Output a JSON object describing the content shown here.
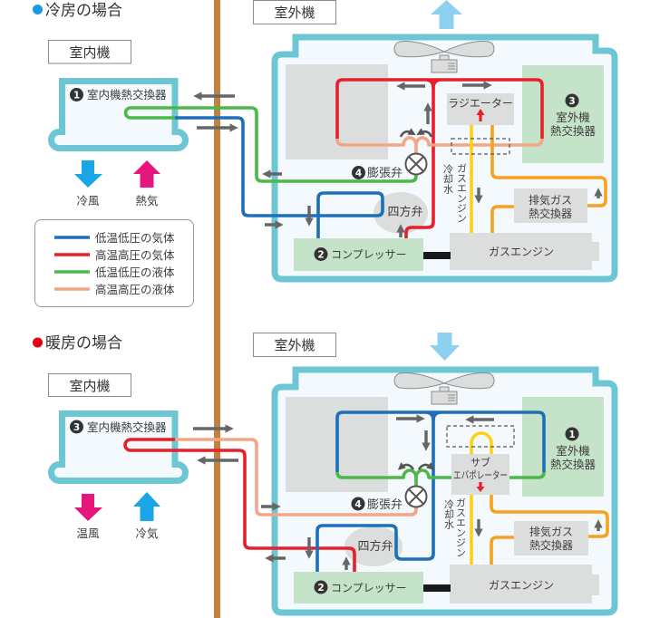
{
  "legend": {
    "items": [
      {
        "label": "低温低圧の気体",
        "color": "#1d70b8"
      },
      {
        "label": "高温高圧の気体",
        "color": "#e61f2a"
      },
      {
        "label": "低温低圧の液体",
        "color": "#4cb848"
      },
      {
        "label": "高温高圧の液体",
        "color": "#f3a686"
      }
    ]
  },
  "colors": {
    "engine_coolant": "#fcd116",
    "exhaust_gas": "#f6a21e",
    "unit_outline": "#6cc6d3",
    "wall": "#c1823f",
    "outdoor_airflow": "#8ed0ef",
    "flow_arrow": "#666666",
    "small_heat_arrow": "#e61f2a"
  },
  "cooling": {
    "title": "冷房の場合",
    "bullet_color": "#1a9be0",
    "indoor_unit": {
      "label": "室内機",
      "heat_exchanger": {
        "number": "1",
        "label": "室内機熱交換器"
      },
      "air_out": {
        "label": "冷風",
        "direction": "down",
        "color": "#1aa5e6"
      },
      "air_in": {
        "label": "熱気",
        "direction": "up",
        "color": "#e5177e"
      }
    },
    "outdoor_unit": {
      "label": "室外機",
      "airflow_direction": "up",
      "heat_exchanger": {
        "number": "3",
        "line1": "室外機",
        "line2": "熱交換器"
      },
      "compressor": {
        "number": "2",
        "label": "コンプレッサー"
      },
      "expansion_valve": {
        "number": "4",
        "label": "膨張弁"
      },
      "four_way_valve": "四方弁",
      "radiator": "ラジエーター",
      "exhaust_hx": {
        "line1": "排気ガス",
        "line2": "熱交換器"
      },
      "gas_engine": "ガスエンジン",
      "coolant": {
        "line1": "ガスエンジン",
        "line2": "冷却水"
      }
    }
  },
  "heating": {
    "title": "暖房の場合",
    "bullet_color": "#e60012",
    "indoor_unit": {
      "label": "室内機",
      "heat_exchanger": {
        "number": "3",
        "label": "室内機熱交換器"
      },
      "air_out": {
        "label": "温風",
        "direction": "down",
        "color": "#e5177e"
      },
      "air_in": {
        "label": "冷気",
        "direction": "up",
        "color": "#1aa5e6"
      }
    },
    "outdoor_unit": {
      "label": "室外機",
      "airflow_direction": "down",
      "heat_exchanger": {
        "number": "1",
        "line1": "室外機",
        "line2": "熱交換器"
      },
      "compressor": {
        "number": "2",
        "label": "コンプレッサー"
      },
      "expansion_valve": {
        "number": "4",
        "label": "膨張弁"
      },
      "four_way_valve": "四方弁",
      "sub_evaporator": {
        "line1": "サブ",
        "line2": "エバポレーター"
      },
      "exhaust_hx": {
        "line1": "排気ガス",
        "line2": "熱交換器"
      },
      "gas_engine": "ガスエンジン",
      "coolant": {
        "line1": "ガスエンジン",
        "line2": "冷却水"
      }
    }
  }
}
